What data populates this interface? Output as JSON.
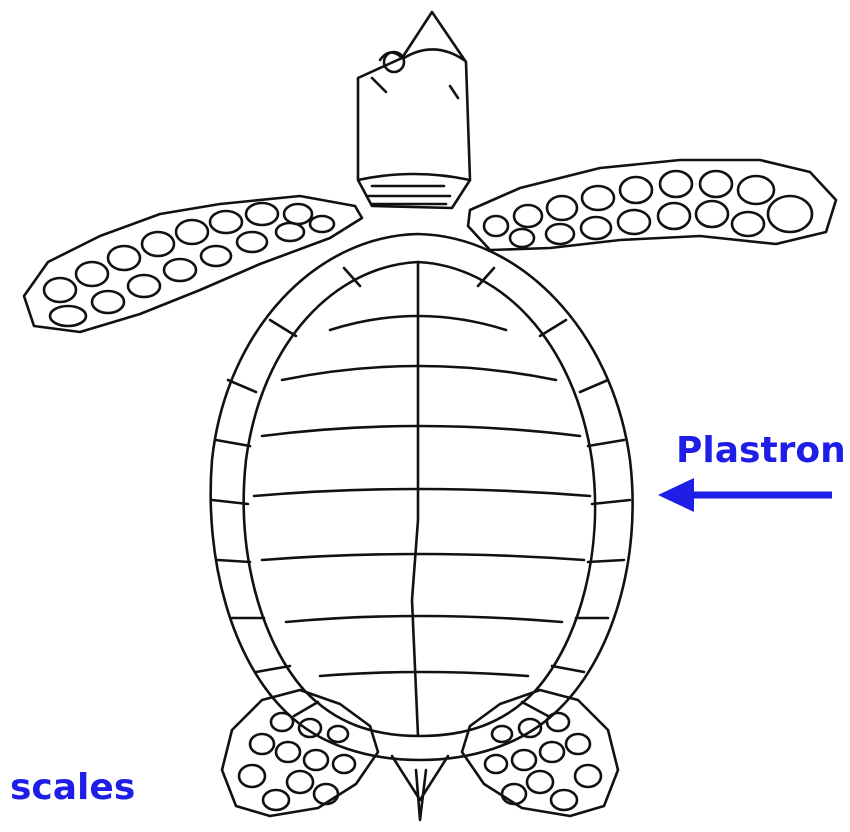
{
  "labels": {
    "plastron": "Plastron",
    "scales": "scales"
  },
  "colors": {
    "label": "#1e1ee6",
    "arrow": "#1e1ee6",
    "ink": "#111111"
  },
  "icons": {
    "arrow": "left-arrow"
  }
}
